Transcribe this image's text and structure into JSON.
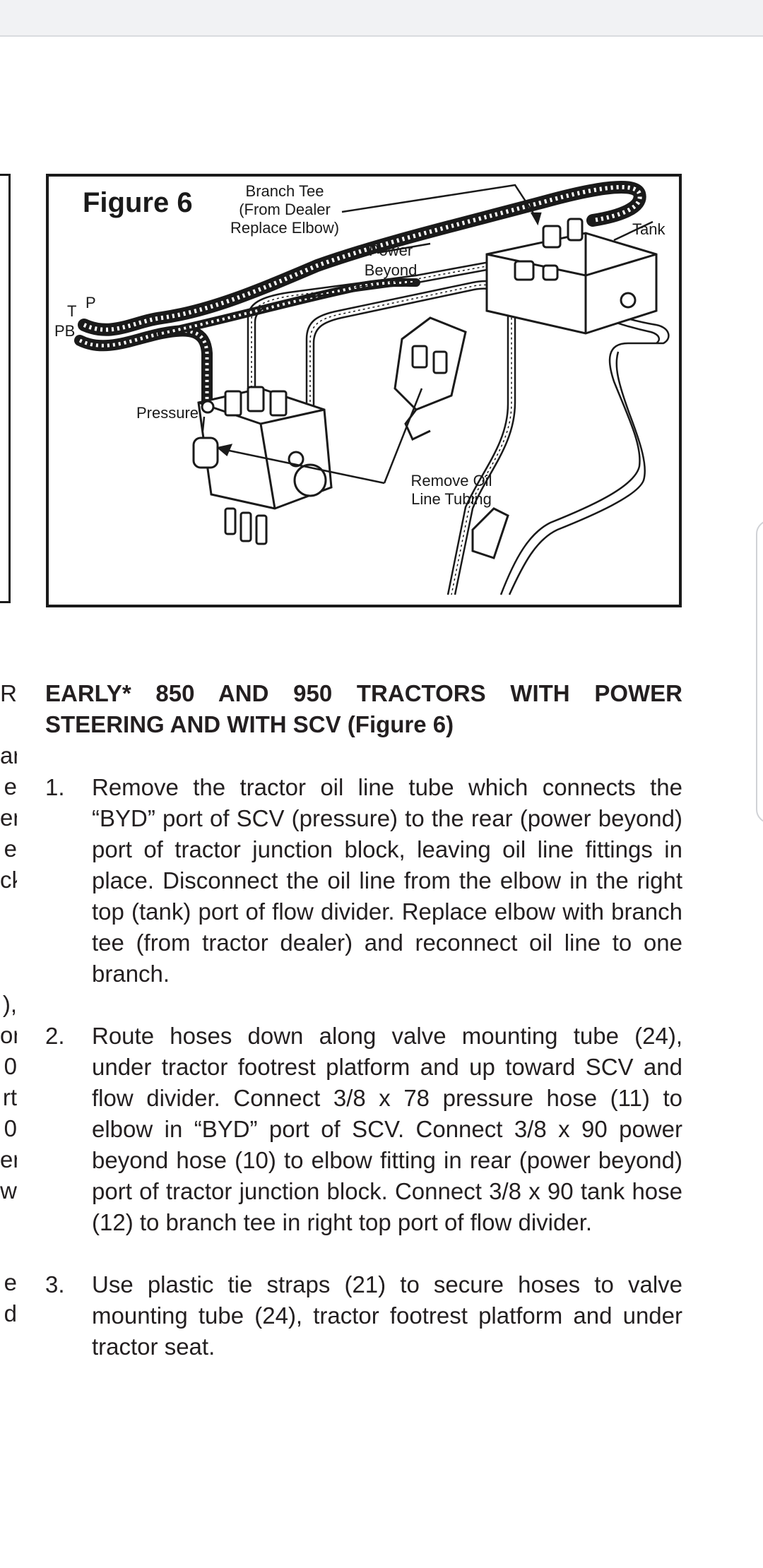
{
  "left_column_fragments": {
    "block_a": [
      "R",
      "",
      "ar",
      "e",
      "er",
      "e",
      "ck"
    ],
    "block_b": [
      "),",
      "or",
      "0",
      "rt",
      "0",
      "er",
      "w"
    ],
    "block_c": [
      "e",
      "d"
    ]
  },
  "figure": {
    "title": "Figure 6",
    "labels": {
      "branch_tee_1": "Branch Tee",
      "branch_tee_2": "(From Dealer",
      "branch_tee_3": "Replace Elbow)",
      "tank": "Tank",
      "power_beyond_1": "Power",
      "power_beyond_2": "Beyond",
      "port_t": "T",
      "port_p": "P",
      "port_pb": "PB",
      "pressure": "Pressure",
      "remove_oil_1": "Remove Oil",
      "remove_oil_2": "Line Tubing"
    }
  },
  "section": {
    "heading": "EARLY* 850 AND 950 TRACTORS WITH POWER STEERING AND WITH SCV (Figure 6)",
    "steps": [
      {
        "number": "1.",
        "text": "Remove the tractor oil line tube which connects the “BYD” port of SCV (pressure) to the rear (power beyond) port of tractor junction block, leaving oil line fittings in place. Disconnect the oil line from the elbow in the right top (tank) port of flow divider. Replace elbow with branch tee (from tractor dealer) and reconnect oil line to one branch."
      },
      {
        "number": "2.",
        "text": "Route hoses down along valve mounting tube (24), under tractor footrest platform and up toward SCV and flow divider. Connect 3/8 x 78 pressure hose (11) to elbow in “BYD” port of SCV. Connect 3/8 x 90 power beyond hose (10) to elbow fitting in rear (power beyond) port of tractor junction block. Connect 3/8 x 90 tank hose (12) to branch tee in right top port of flow divider."
      },
      {
        "number": "3.",
        "text": "Use plastic tie straps (21) to secure hoses to valve mounting tube (24), tractor footrest platform and under tractor seat."
      }
    ]
  }
}
